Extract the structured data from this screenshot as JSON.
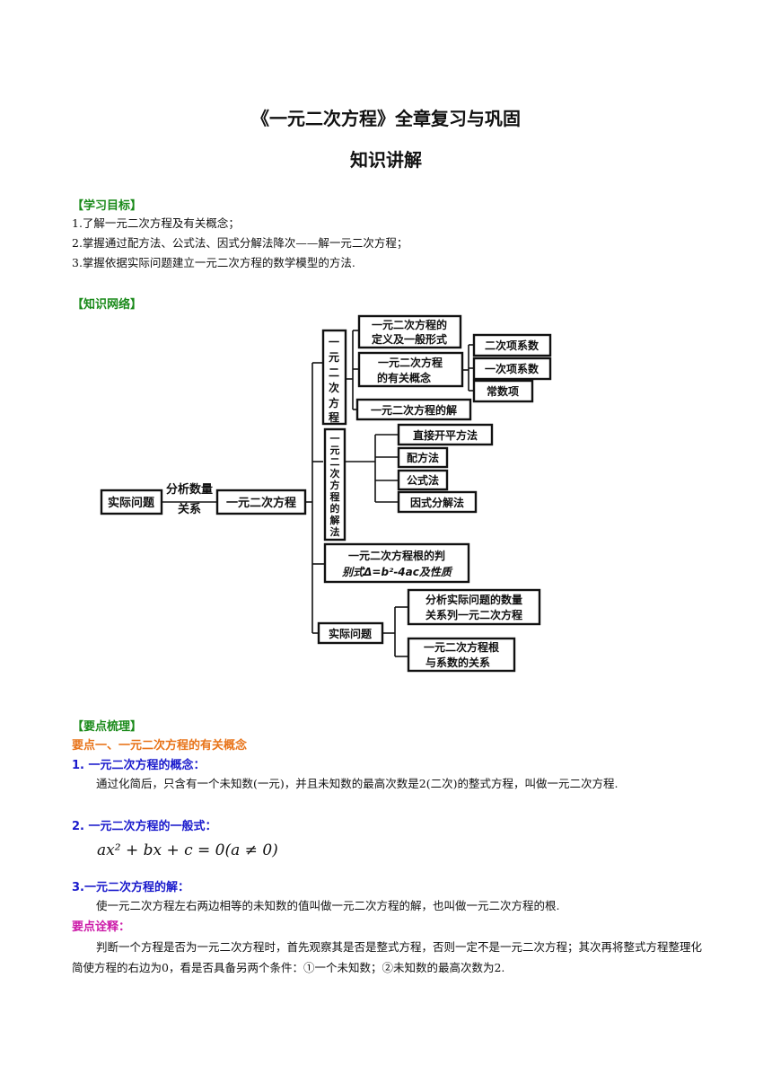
{
  "title": "《一元二次方程》全章复习与巩固",
  "subtitle": "知识讲解",
  "objectives": {
    "heading": "【学习目标】",
    "items": [
      "1.了解一元二次方程及有关概念；",
      "2.掌握通过配方法、公式法、因式分解法降次——解一元二次方程；",
      "3.掌握依据实际问题建立一元二次方程的数学模型的方法."
    ]
  },
  "network": {
    "heading": "【知识网络】",
    "root": "实际问题",
    "relation": [
      "分析数量",
      "关系"
    ],
    "center": "一元二次方程",
    "branch1": {
      "label": [
        "一",
        "元",
        "二",
        "次",
        "方",
        "程"
      ],
      "def": [
        "一元二次方程的",
        "定义及一般形式"
      ],
      "concept": [
        "一元二次方程",
        "的有关概念"
      ],
      "coeffs": [
        "二次项系数",
        "一次项系数",
        "常数项"
      ],
      "solution": "一元二次方程的解"
    },
    "branch2": {
      "label": [
        "一",
        "元",
        "二",
        "次",
        "方",
        "程",
        "的",
        "解",
        "法"
      ],
      "methods": [
        "直接开平方法",
        "配方法",
        "公式法",
        "因式分解法"
      ]
    },
    "branch3": {
      "lines": [
        "一元二次方程根的判",
        "别式Δ=b²-4ac及性质"
      ]
    },
    "branch4": {
      "label": "实际问题",
      "items": [
        [
          "分析实际问题的数量",
          "关系列一元二次方程"
        ],
        [
          "一元二次方程根",
          "与系数的关系"
        ]
      ]
    }
  },
  "points": {
    "heading": "【要点梳理】",
    "point1_title": "要点一、一元二次方程的有关概念",
    "concept_title": "1.  一元二次方程的概念：",
    "concept_text": "通过化简后，只含有一个未知数(一元)，并且未知数的最高次数是2(二次)的整式方程，叫做一元二次方程.",
    "general_title": "2.  一元二次方程的一般式：",
    "formula": "ax² + bx + c = 0(a ≠ 0)",
    "solution_title": "3.一元二次方程的解：",
    "solution_text": "使一元二次方程左右两边相等的未知数的值叫做一元二次方程的解，也叫做一元二次方程的根.",
    "note_title": "要点诠释：",
    "note_text": "判断一个方程是否为一元二次方程时，首先观察其是否是整式方程，否则一定不是一元二次方程；其次再将整式方程整理化简使方程的右边为0，看是否具备另两个条件：①一个未知数；②未知数的最高次数为2."
  }
}
